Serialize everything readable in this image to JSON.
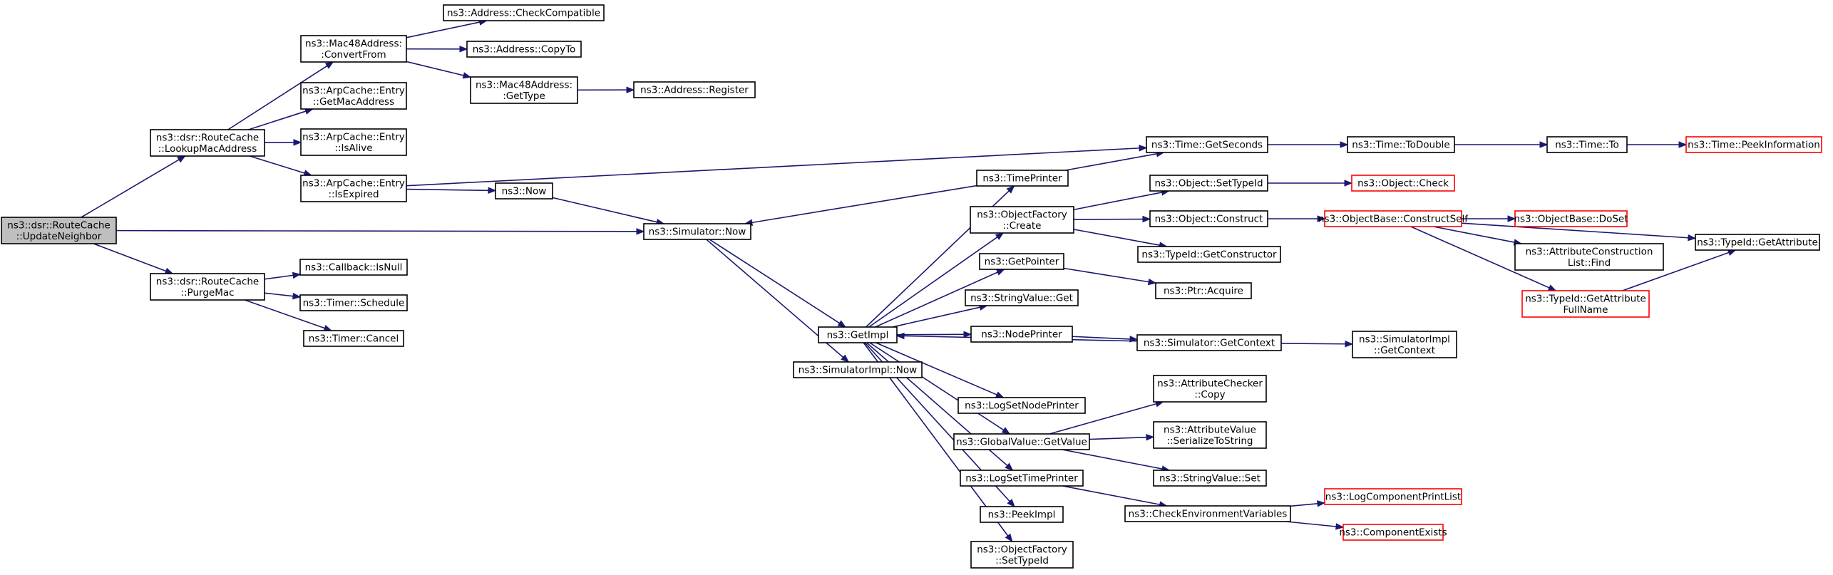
{
  "colors": {
    "edge": "#191970",
    "node_border": "#000000",
    "incomplete_border": "#ff0000",
    "root_fill": "#bfbfbf"
  },
  "nodes": {
    "updateNeighbor": {
      "lines": [
        "ns3::dsr::RouteCache",
        "::UpdateNeighbor"
      ],
      "kind": "root"
    },
    "lookupMacAddress": {
      "lines": [
        "ns3::dsr::RouteCache",
        "::LookupMacAddress"
      ]
    },
    "purgeMac": {
      "lines": [
        "ns3::dsr::RouteCache",
        "::PurgeMac"
      ]
    },
    "mac48ConvertFrom": {
      "lines": [
        "ns3::Mac48Address:",
        ":ConvertFrom"
      ]
    },
    "arpGetMacAddress": {
      "lines": [
        "ns3::ArpCache::Entry",
        "::GetMacAddress"
      ]
    },
    "arpIsAlive": {
      "lines": [
        "ns3::ArpCache::Entry",
        "::IsAlive"
      ]
    },
    "arpIsExpired": {
      "lines": [
        "ns3::ArpCache::Entry",
        "::IsExpired"
      ]
    },
    "addrCheckCompatible": {
      "lines": [
        "ns3::Address::CheckCompatible"
      ]
    },
    "addrCopyTo": {
      "lines": [
        "ns3::Address::CopyTo"
      ]
    },
    "mac48GetType": {
      "lines": [
        "ns3::Mac48Address:",
        ":GetType"
      ]
    },
    "addrRegister": {
      "lines": [
        "ns3::Address::Register"
      ]
    },
    "ns3Now": {
      "lines": [
        "ns3::Now"
      ]
    },
    "simulatorNow": {
      "lines": [
        "ns3::Simulator::Now"
      ]
    },
    "callbackIsNull": {
      "lines": [
        "ns3::Callback::IsNull"
      ]
    },
    "timerSchedule": {
      "lines": [
        "ns3::Timer::Schedule"
      ]
    },
    "timerCancel": {
      "lines": [
        "ns3::Timer::Cancel"
      ]
    },
    "getImpl": {
      "lines": [
        "ns3::GetImpl"
      ]
    },
    "simImplNow": {
      "lines": [
        "ns3::SimulatorImpl::Now"
      ]
    },
    "timePrinter": {
      "lines": [
        "ns3::TimePrinter"
      ]
    },
    "objFactoryCreate": {
      "lines": [
        "ns3::ObjectFactory",
        "::Create"
      ]
    },
    "getPointer": {
      "lines": [
        "ns3::GetPointer"
      ]
    },
    "stringValueGet": {
      "lines": [
        "ns3::StringValue::Get"
      ]
    },
    "nodePrinter": {
      "lines": [
        "ns3::NodePrinter"
      ]
    },
    "logSetNodePrinter": {
      "lines": [
        "ns3::LogSetNodePrinter"
      ]
    },
    "globalValueGetValue": {
      "lines": [
        "ns3::GlobalValue::GetValue"
      ]
    },
    "logSetTimePrinter": {
      "lines": [
        "ns3::LogSetTimePrinter"
      ]
    },
    "peekImpl": {
      "lines": [
        "ns3::PeekImpl"
      ]
    },
    "objFactorySetTypeId": {
      "lines": [
        "ns3::ObjectFactory",
        "::SetTypeId"
      ]
    },
    "timeGetSeconds": {
      "lines": [
        "ns3::Time::GetSeconds"
      ]
    },
    "timeToDouble": {
      "lines": [
        "ns3::Time::ToDouble"
      ]
    },
    "timeTo": {
      "lines": [
        "ns3::Time::To"
      ]
    },
    "timePeekInformation": {
      "lines": [
        "ns3::Time::PeekInformation"
      ],
      "kind": "red"
    },
    "objectSetTypeId": {
      "lines": [
        "ns3::Object::SetTypeId"
      ]
    },
    "objectCheck": {
      "lines": [
        "ns3::Object::Check"
      ],
      "kind": "red"
    },
    "objectConstruct": {
      "lines": [
        "ns3::Object::Construct"
      ]
    },
    "objBaseConstructSelf": {
      "lines": [
        "ns3::ObjectBase::ConstructSelf"
      ],
      "kind": "red"
    },
    "objBaseDoSet": {
      "lines": [
        "ns3::ObjectBase::DoSet"
      ],
      "kind": "red"
    },
    "typeIdGetConstructor": {
      "lines": [
        "ns3::TypeId::GetConstructor"
      ]
    },
    "attrConstructionListFind": {
      "lines": [
        "ns3::AttributeConstruction",
        "List::Find"
      ]
    },
    "typeIdGetAttributeFullName": {
      "lines": [
        "ns3::TypeId::GetAttribute",
        "FullName"
      ],
      "kind": "red"
    },
    "typeIdGetAttribute": {
      "lines": [
        "ns3::TypeId::GetAttribute"
      ]
    },
    "ptrAcquire": {
      "lines": [
        "ns3::Ptr::Acquire"
      ]
    },
    "simulatorGetContext": {
      "lines": [
        "ns3::Simulator::GetContext"
      ]
    },
    "simImplGetContext": {
      "lines": [
        "ns3::SimulatorImpl",
        "::GetContext"
      ]
    },
    "attrCheckerCopy": {
      "lines": [
        "ns3::AttributeChecker",
        "::Copy"
      ]
    },
    "attrValueSerialize": {
      "lines": [
        "ns3::AttributeValue",
        "::SerializeToString"
      ]
    },
    "stringValueSet": {
      "lines": [
        "ns3::StringValue::Set"
      ]
    },
    "checkEnvVars": {
      "lines": [
        "ns3::CheckEnvironmentVariables"
      ]
    },
    "logComponentPrintList": {
      "lines": [
        "ns3::LogComponentPrintList"
      ],
      "kind": "red"
    },
    "componentExists": {
      "lines": [
        "ns3::ComponentExists"
      ],
      "kind": "red"
    }
  },
  "edges": [
    [
      "updateNeighbor",
      "lookupMacAddress"
    ],
    [
      "updateNeighbor",
      "simulatorNow"
    ],
    [
      "updateNeighbor",
      "purgeMac"
    ],
    [
      "lookupMacAddress",
      "mac48ConvertFrom"
    ],
    [
      "lookupMacAddress",
      "arpGetMacAddress"
    ],
    [
      "lookupMacAddress",
      "arpIsAlive"
    ],
    [
      "lookupMacAddress",
      "arpIsExpired"
    ],
    [
      "mac48ConvertFrom",
      "addrCheckCompatible"
    ],
    [
      "mac48ConvertFrom",
      "addrCopyTo"
    ],
    [
      "mac48ConvertFrom",
      "mac48GetType"
    ],
    [
      "mac48GetType",
      "addrRegister"
    ],
    [
      "arpIsExpired",
      "timeGetSeconds"
    ],
    [
      "arpIsExpired",
      "ns3Now"
    ],
    [
      "ns3Now",
      "simulatorNow"
    ],
    [
      "purgeMac",
      "callbackIsNull"
    ],
    [
      "purgeMac",
      "timerSchedule"
    ],
    [
      "purgeMac",
      "timerCancel"
    ],
    [
      "simulatorNow",
      "getImpl"
    ],
    [
      "simulatorNow",
      "simImplNow"
    ],
    [
      "getImpl",
      "timePrinter"
    ],
    [
      "getImpl",
      "objFactoryCreate"
    ],
    [
      "getImpl",
      "getPointer"
    ],
    [
      "getImpl",
      "stringValueGet"
    ],
    [
      "getImpl",
      "nodePrinter"
    ],
    [
      "getImpl",
      "logSetNodePrinter"
    ],
    [
      "getImpl",
      "globalValueGetValue"
    ],
    [
      "getImpl",
      "logSetTimePrinter"
    ],
    [
      "getImpl",
      "peekImpl"
    ],
    [
      "getImpl",
      "objFactorySetTypeId"
    ],
    [
      "timePrinter",
      "simulatorNow"
    ],
    [
      "timePrinter",
      "timeGetSeconds"
    ],
    [
      "timeGetSeconds",
      "timeToDouble"
    ],
    [
      "timeToDouble",
      "timeTo"
    ],
    [
      "timeTo",
      "timePeekInformation"
    ],
    [
      "objFactoryCreate",
      "objectSetTypeId"
    ],
    [
      "objFactoryCreate",
      "objectConstruct"
    ],
    [
      "objFactoryCreate",
      "typeIdGetConstructor"
    ],
    [
      "objectSetTypeId",
      "objectCheck"
    ],
    [
      "objectConstruct",
      "objBaseConstructSelf"
    ],
    [
      "objBaseConstructSelf",
      "objBaseDoSet"
    ],
    [
      "objBaseConstructSelf",
      "attrConstructionListFind"
    ],
    [
      "objBaseConstructSelf",
      "typeIdGetAttributeFullName"
    ],
    [
      "objBaseConstructSelf",
      "typeIdGetAttribute"
    ],
    [
      "typeIdGetAttributeFullName",
      "typeIdGetAttribute"
    ],
    [
      "getPointer",
      "ptrAcquire"
    ],
    [
      "nodePrinter",
      "simulatorGetContext"
    ],
    [
      "simulatorGetContext",
      "getImpl"
    ],
    [
      "simulatorGetContext",
      "simImplGetContext"
    ],
    [
      "globalValueGetValue",
      "attrCheckerCopy"
    ],
    [
      "globalValueGetValue",
      "attrValueSerialize"
    ],
    [
      "globalValueGetValue",
      "stringValueSet"
    ],
    [
      "logSetTimePrinter",
      "checkEnvVars"
    ],
    [
      "checkEnvVars",
      "logComponentPrintList"
    ],
    [
      "checkEnvVars",
      "componentExists"
    ]
  ]
}
